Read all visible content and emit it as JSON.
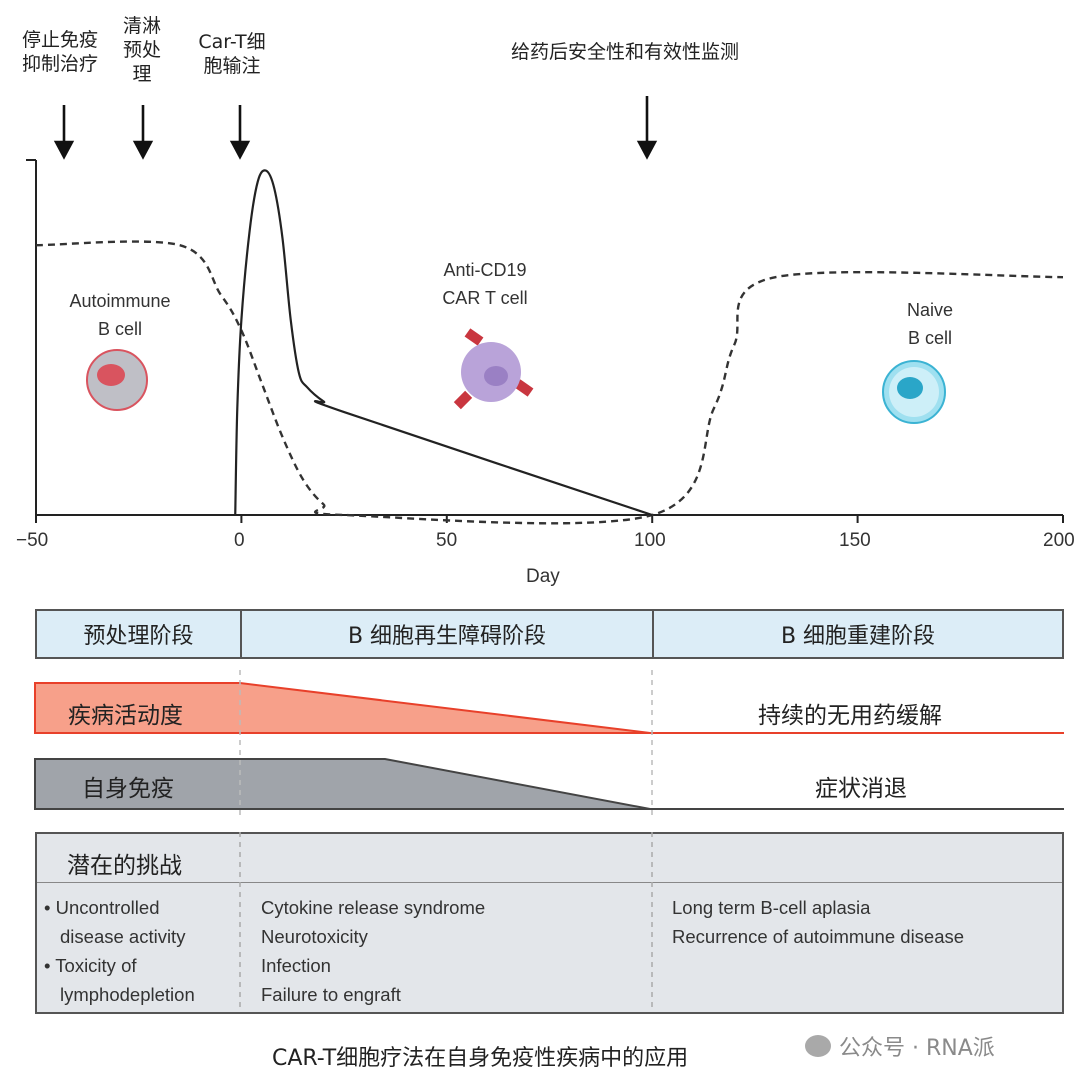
{
  "top_labels": {
    "stop_immuno": "停止免疫\n抑制治疗",
    "lymphodepletion": "清淋\n预处\n理",
    "cart_infusion": "Car-T细\n胞输注",
    "monitoring": "给药后安全性和有效性监测"
  },
  "cells": {
    "autoimmune": "Autoimmune\nB cell",
    "cart": "Anti-CD19\nCAR T cell",
    "naive": "Naive\nB cell"
  },
  "chart_data": {
    "type": "line",
    "xlabel": "Day",
    "xlim": [
      -50,
      200
    ],
    "xticks": [
      "−50",
      "0",
      "50",
      "100",
      "150",
      "200"
    ],
    "series": [
      {
        "style": "dashed",
        "x": [
          -50,
          -15,
          -5,
          0,
          5,
          10,
          15,
          20,
          25,
          100,
          115,
          120,
          130,
          200
        ],
        "y": [
          0.76,
          0.76,
          0.62,
          0.52,
          0.37,
          0.22,
          0.1,
          0.03,
          0,
          0,
          0.3,
          0.48,
          0.67,
          0.67
        ]
      },
      {
        "style": "solid",
        "x": [
          -1.5,
          -1,
          0,
          2,
          4,
          6,
          8,
          10,
          12,
          14,
          16,
          20,
          25,
          100
        ],
        "y": [
          0,
          0.3,
          0.55,
          0.8,
          0.94,
          0.97,
          0.92,
          0.78,
          0.55,
          0.4,
          0.36,
          0.32,
          0.29,
          0
        ]
      }
    ]
  },
  "phases": {
    "p1": "预处理阶段",
    "p2": "B 细胞再生障碍阶段",
    "p3": "B 细胞重建阶段"
  },
  "rows": {
    "disease_activity": "疾病活动度",
    "drug_free_remission": "持续的无用药缓解",
    "autoimmunity": "自身免疫",
    "symptom_resolution": "症状消退",
    "challenges_title": "潜在的挑战"
  },
  "challenges": {
    "col1": [
      "• Uncontrolled",
      "  disease activity",
      "• Toxicity of",
      "  lymphodepletion"
    ],
    "col2": [
      "Cytokine release syndrome",
      "Neurotoxicity",
      "Infection",
      "Failure to engraft"
    ],
    "col3": [
      "Long term B-cell aplasia",
      "Recurrence of autoimmune disease"
    ]
  },
  "caption": "CAR-T细胞疗法在自身免疫性疾病中的应用",
  "watermark": "公众号 · RNA派",
  "colors": {
    "phase_bg": "#dcedf7",
    "disease_fill": "#f7a08a",
    "disease_line": "#e8402a",
    "autoimmune_fill": "#a0a4aa",
    "challenge_bg": "#e3e6ea",
    "cart_cell": "#b9a3d9",
    "naive_cell": "#5fc3df",
    "autoimmune_cell": "#d9545f"
  }
}
